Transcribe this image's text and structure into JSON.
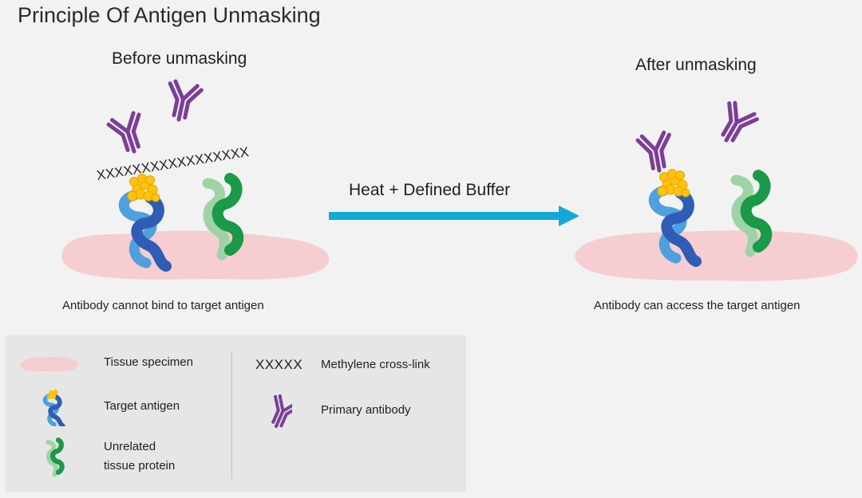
{
  "title": "Principle Of Antigen Unmasking",
  "before": {
    "heading": "Before unmasking",
    "crosslink_text": "XXXXXXXXXXXXXXXXX",
    "caption": "Antibody cannot bind to target antigen"
  },
  "process": {
    "label": "Heat + Defined Buffer"
  },
  "after": {
    "heading": "After unmasking",
    "caption": "Antibody can access the target antigen"
  },
  "legend": {
    "tissue": "Tissue specimen",
    "target": "Target antigen",
    "unrelated_line1": "Unrelated",
    "unrelated_line2": "tissue protein",
    "crosslink_symbol": "XXXXX",
    "crosslink": "Methylene cross-link",
    "antibody": "Primary antibody"
  },
  "colors": {
    "background": "#f2f2f2",
    "tissue": "#f6cdd0",
    "antigen_dark": "#2f5db6",
    "antigen_light": "#4fa0dc",
    "epitope": "#ffc20e",
    "protein_dark": "#1a9a48",
    "protein_light": "#9fd3a5",
    "antibody": "#7b3f98",
    "arrow": "#12a9d8",
    "legend_bg": "#e6e6e6"
  }
}
